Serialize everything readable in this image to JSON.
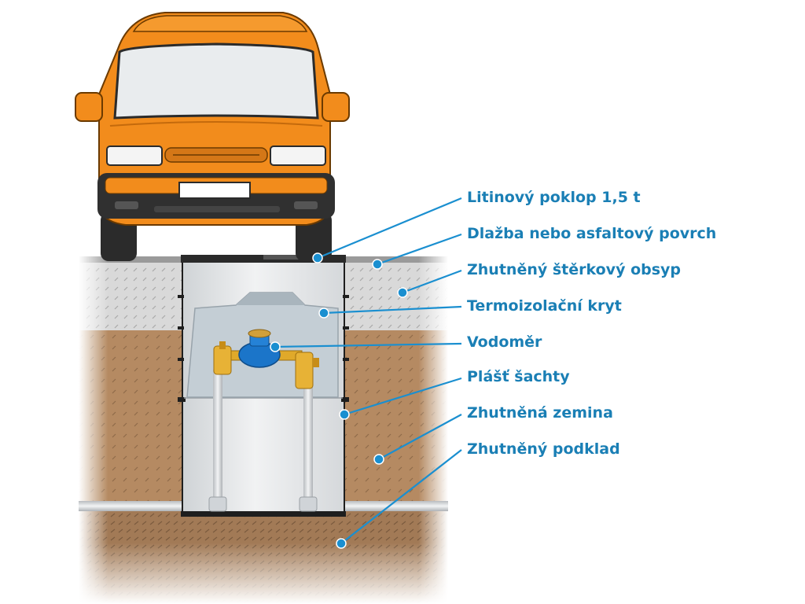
{
  "colors": {
    "label": "#1a7fb5",
    "leader": "#1a8fd0",
    "car_body": "#f28c1c",
    "car_dark": "#2c2c2c",
    "gravel": "#d6d6d6",
    "soil": "#b58a62",
    "base": "#a47c58",
    "shaft": "#e6e8ea",
    "insulation": "#c9d3d9",
    "pipe": "#c8ccd0",
    "meter_blue": "#1b75c9",
    "brass": "#e0a92a"
  },
  "labels": [
    {
      "id": "cast-iron-lid",
      "text": "Litinový poklop 1,5 t"
    },
    {
      "id": "paving",
      "text": "Dlažba nebo asfaltový povrch"
    },
    {
      "id": "gravel",
      "text": "Zhutněný štěrkový obsyp"
    },
    {
      "id": "insulation",
      "text": "Termoizolační kryt"
    },
    {
      "id": "meter",
      "text": "Vodoměr"
    },
    {
      "id": "shaft-shell",
      "text": "Plášť šachty"
    },
    {
      "id": "soil",
      "text": "Zhutněná zemina"
    },
    {
      "id": "base",
      "text": "Zhutněný podklad"
    }
  ]
}
